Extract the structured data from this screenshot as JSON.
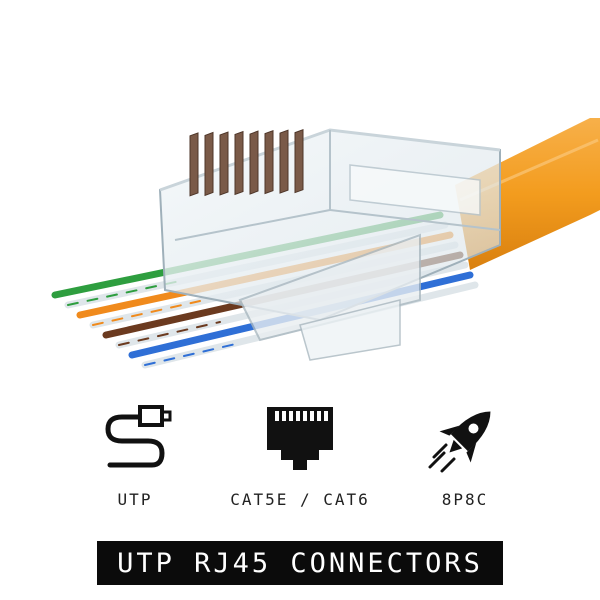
{
  "features": [
    {
      "label": "UTP",
      "icon": "cable-plug-icon"
    },
    {
      "label": "CAT5E / CAT6",
      "icon": "rj45-port-icon"
    },
    {
      "label": "8P8C",
      "icon": "rocket-icon"
    }
  ],
  "banner": {
    "text": "UTP RJ45 CONNECTORS"
  },
  "colors": {
    "cable": "#f39c1e",
    "wire_green": "#2e9e3f",
    "wire_orange": "#f08a1c",
    "wire_brown": "#6b3a1f",
    "wire_blue": "#2f6fd6",
    "banner_bg": "#0b0b0b"
  }
}
